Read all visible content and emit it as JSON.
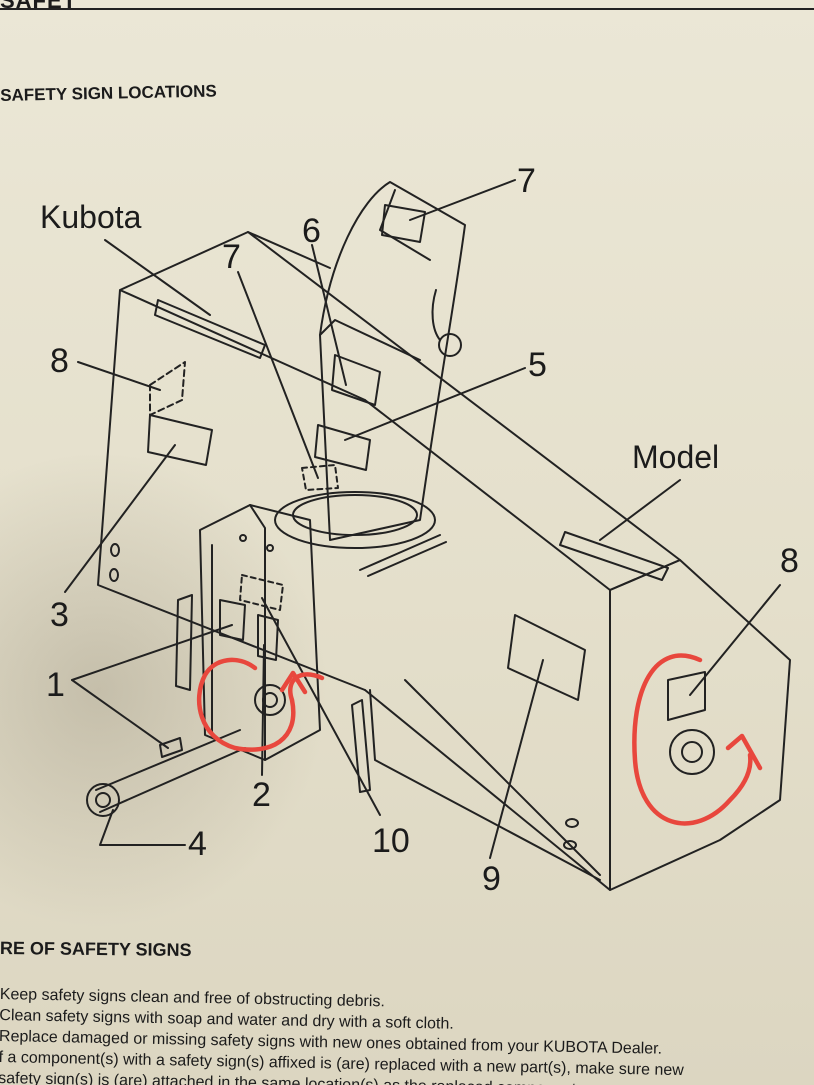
{
  "header": {
    "fragment": "SAFET"
  },
  "section_title": "SAFETY SIGN LOCATIONS",
  "callouts": {
    "kubota": "Kubota",
    "model": "Model",
    "n1": "1",
    "n2": "2",
    "n3": "3",
    "n4": "4",
    "n5": "5",
    "n6": "6",
    "n7a": "7",
    "n7b": "7",
    "n8a": "8",
    "n8b": "8",
    "n9": "9",
    "n10": "10"
  },
  "annotations": {
    "color": "#e8473d"
  },
  "care": {
    "title": "RE OF SAFETY SIGNS",
    "lines": [
      "Keep safety signs clean and free of obstructing debris.",
      "Clean safety signs with soap and water and dry with a soft cloth.",
      "Replace damaged or missing safety signs with new ones obtained from your KUBOTA Dealer.",
      "f a component(s) with a safety sign(s) affixed is (are) replaced with a new part(s), make sure new",
      "safety sign(s) is (are) attached in the same location(s) as the replaced component."
    ]
  }
}
